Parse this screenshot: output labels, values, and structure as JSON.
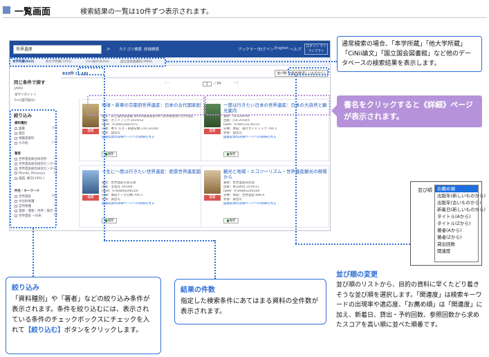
{
  "page": {
    "title": "一覧画面",
    "subtitle": "検索結果の一覧は10件ずつ表示されます。"
  },
  "app": {
    "search_value": "世界遺産",
    "search_icon": "search-icon",
    "nav": [
      "カテゴリ検索",
      "詳細検索"
    ],
    "top_links": [
      "ブックマーク",
      "ログイン",
      "English",
      "ヘルプ"
    ],
    "account_label": "ログイン マイライブラリ",
    "db_tabs": [
      "本学所蔵(933)",
      "他大学所蔵(7455)",
      "Cinii論文(8264)",
      "国立国会図書館(4886)"
    ],
    "result_count_label": "933件 (1-10)",
    "sort_control": "並び順: お勧め順(新しいものから)",
    "page_input": "1",
    "page_total": "/ 94"
  },
  "sidebar": {
    "same_condition_heading": "同じ条件で探す",
    "same_condition_items": [
      "JAIRO",
      "本学リポジトリ",
      "Ecn(国内論文)"
    ],
    "narrow_heading": "絞り込み",
    "groups": [
      {
        "label": "資料種別",
        "items": [
          {
            "label": "図書",
            "count": "783"
          },
          {
            "label": "雑誌",
            "count": "1"
          },
          {
            "label": "視聴覚資料",
            "count": "0"
          },
          {
            "label": "その他",
            "count": "133"
          }
        ]
      },
      {
        "label": "著者",
        "items": [
          {
            "label": "世界遺産総合研究所",
            "count": "22"
          },
          {
            "label": "世界遺産総合研究センター",
            "count": "15"
          },
          {
            "label": "世界遺産総合研究センター",
            "count": "11"
          },
          {
            "label": "Mundo, Moraissa",
            "count": "10"
          },
          {
            "label": "森田, 勝次(1951-)",
            "count": "9"
          }
        ]
      },
      {
        "label": "件名・キーワード",
        "items": [
          {
            "label": "世界遺産",
            "count": "285"
          },
          {
            "label": "文化財保護",
            "count": "71"
          },
          {
            "label": "自然保護",
            "count": "54"
          },
          {
            "label": "遺跡・遺物・世界・旅行",
            "count": "33"
          },
          {
            "label": "世界遺産 一日本",
            "count": "18"
          }
        ]
      }
    ]
  },
  "results": [
    {
      "title": "地球・新車の京都府世界遺産：日本の古代国家創生",
      "badge": "図書",
      "meta": [
        "著者：白土盛保調査編 資料所蔵調査部(専門分野調査者)/世界遺産…",
        "出版：ガイドブック 2019/12",
        "ISBN：9784622087071",
        "分類：本学 ルユ・目録分類 210.32(28)",
        "状態：貸出可"
      ],
      "link": "図書館資料詳細ページへの詳細を見る",
      "save": "保存"
    },
    {
      "title": "一度は行きたい日本の世界遺産：日本の大自然と観光案内",
      "badge": "図書",
      "meta": [
        "著者：GEO/BOOK",
        "出版：JTB 2019/4",
        "ISBN：9784533139115",
        "分類：本館：旅行ガイドブック 706.1",
        "状態：貸出可"
      ],
      "link": "図書館資料詳細ページへの詳細を見る",
      "save": "保存"
    },
    {
      "title": "一生に一度は行きたい世界遺産：絶景世界遺産図鑑",
      "badge": "図書",
      "meta": [
        "著者：世界遺産を知る会",
        "出版：宝島社 2019/8",
        "ISBN：9784800294226",
        "分類：本館データ分類 709.1",
        "状態：貸出可"
      ],
      "link": "図書館資料詳細ページへの詳細を見る",
      "save": "保存"
    },
    {
      "title": "観光と地域・エコツーリズム・世界遺産観光の現場から",
      "badge": "図書",
      "meta": [
        "著者：世界遺産研究会",
        "出版：東京新社 2019/12",
        "ISBN：9784862240100",
        "分類：本館：世界遺産 689.4",
        "状態：貸出可"
      ],
      "link": "図書館資料詳細ページへの詳細を見る",
      "save": "保存"
    }
  ],
  "callouts": {
    "db": "通常検索の場合、「本学所蔵」「他大学所蔵」「CiNii論文」「国立国会図書館」など他のデータベースの検索結果を表示します。",
    "detail": "書名をクリックすると《詳細》ページが表示されます。",
    "narrow_title": "絞り込み",
    "narrow_body_1": "「資料種別」や「著者」などの絞り込み条件が表示されます。条件を絞り込むには、表示されている条件のチェックボックスにチェックを入れて",
    "narrow_button": "【絞り込む】",
    "narrow_body_2": "ボタンをクリックします。",
    "count_title": "結果の件数",
    "count_body": "指定した検索条件にあてはまる資料の全件数が表示されます。",
    "sort_title": "並び順の変更",
    "sort_body": "並び順のリストから、目的の資料に早くたどり着きそうな並び順を選択します。「関連度」は検索キーワードの出現率や適応度、「お薦め順」は「関連度」に加え、新着日、貸出・予約回数、参照回数から求めたスコアを高い順に並べた順番です。"
  },
  "sort_panel": {
    "label": "並び順",
    "options": [
      "お薦め順",
      "出版年(新しいものから)",
      "出版年(古いものから)",
      "新着日(新しいものから)",
      "タイトル(Aから)",
      "タイトル(Zから)",
      "著者(Aから)",
      "著者(Zから)",
      "貸出回数",
      "関連度"
    ],
    "selected": 0
  },
  "colors": {
    "accent": "#2f6fd6",
    "topbar": "#1f4c9b",
    "purple": "#b592d9",
    "badge": "#d9534f"
  }
}
